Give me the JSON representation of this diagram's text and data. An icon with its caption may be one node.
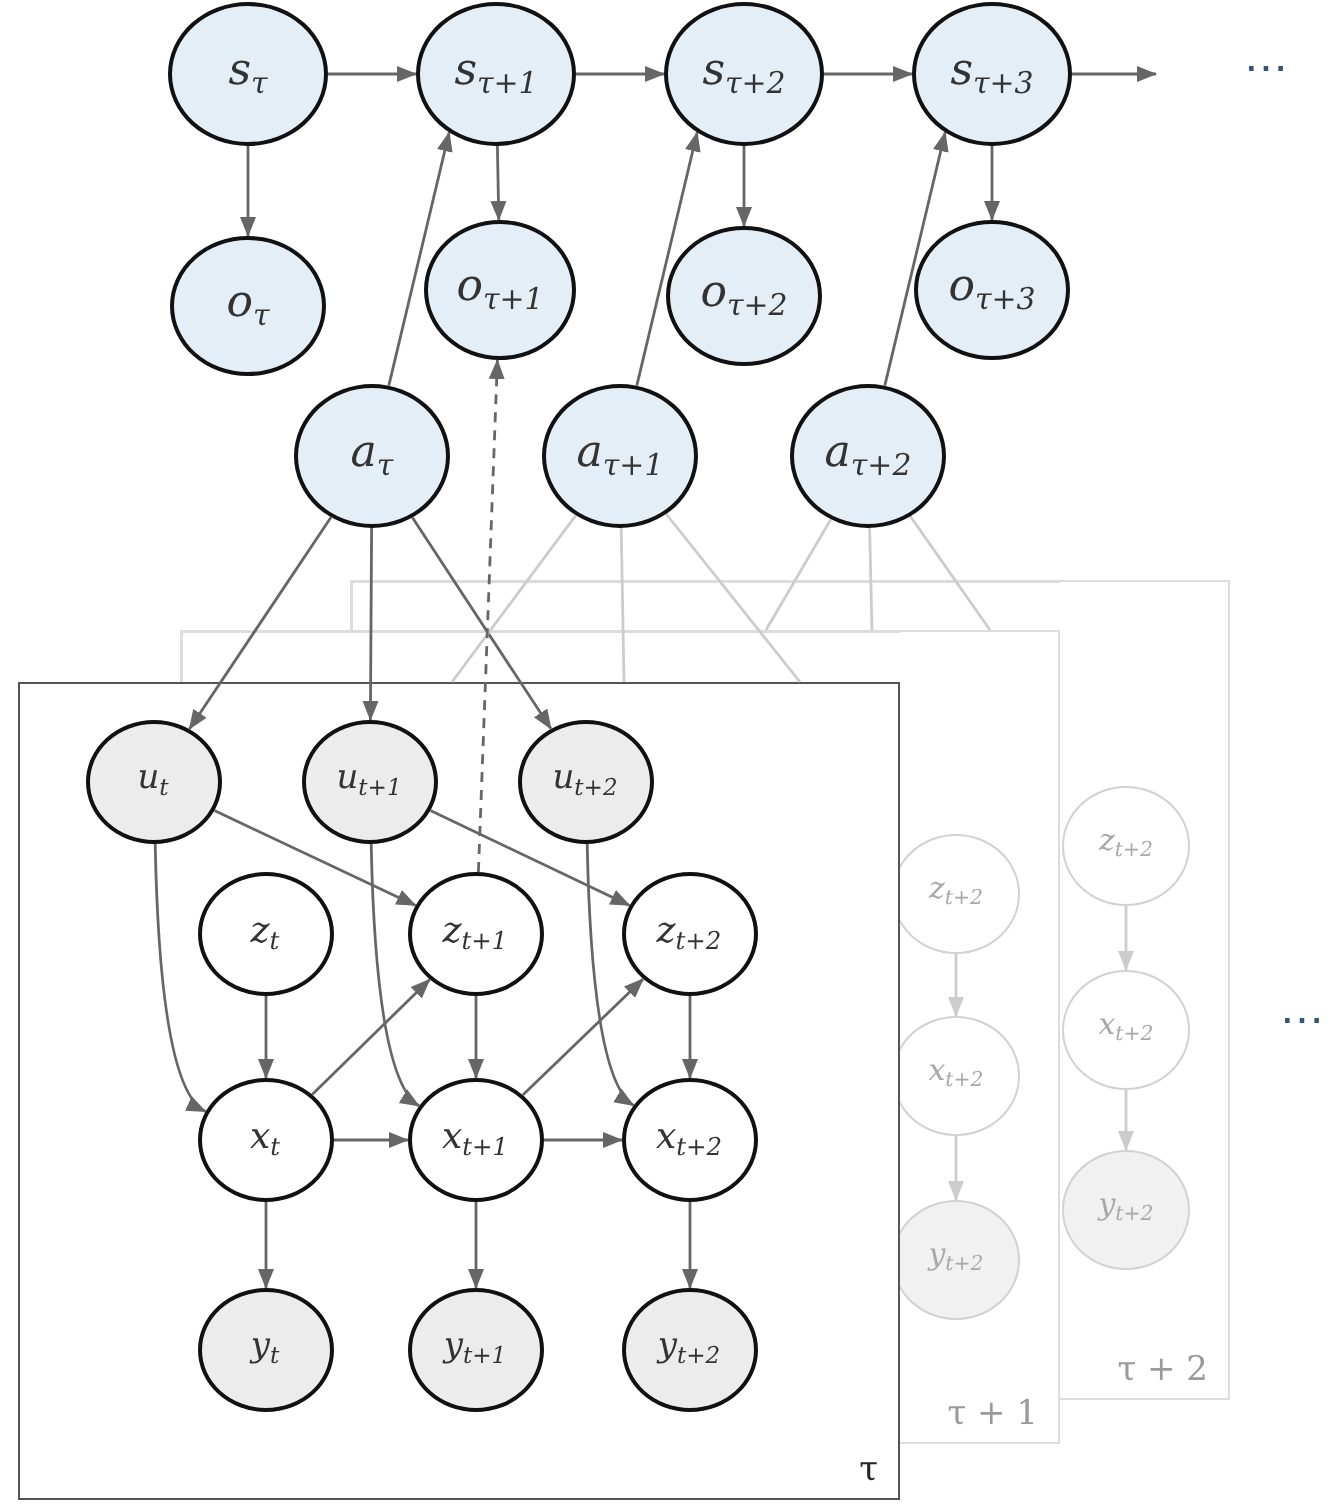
{
  "diagram": {
    "nodes": [
      {
        "text": [
          "s$_{τ}$"
        ]
      },
      {
        "text": [
          "s$_{τ+1}$"
        ]
      },
      {
        "text": [
          "s$_{τ+2}$"
        ]
      },
      {
        "text": [
          "s$_{τ+3}$"
        ]
      },
      {
        "text": [
          "o$_{τ}$"
        ]
      },
      {
        "text": [
          "o$_{τ+1}$"
        ]
      },
      {
        "text": [
          "o$_{τ+2}$"
        ]
      },
      {
        "text": [
          "o$_{τ+3}$"
        ]
      },
      {
        "text": [
          "a$_{τ}$"
        ]
      },
      {
        "text": [
          "a$_{τ+1}$"
        ]
      },
      {
        "text": [
          "a$_{τ+2}$"
        ]
      },
      {
        "text": [
          "τ"
        ]
      },
      {
        "text": [
          "u$_{t}$"
        ],
        "in": 11
      },
      {
        "text": [
          "u$_{t+1}$"
        ],
        "in": 11
      },
      {
        "text": [
          "u$_{t+2}$"
        ],
        "in": 11
      },
      {
        "text": [
          "z$_{t}$"
        ],
        "in": 11
      },
      {
        "text": [
          "z$_{t+1}$"
        ],
        "in": 11
      },
      {
        "text": [
          "z$_{t+2}$"
        ],
        "in": 11
      },
      {
        "text": [
          "x$_{t}$"
        ],
        "in": 11
      },
      {
        "text": [
          "x$_{t+1}$"
        ],
        "in": 11
      },
      {
        "text": [
          "x$_{t+2}$"
        ],
        "in": 11
      },
      {
        "text": [
          "y$_{t}$"
        ],
        "in": 11
      },
      {
        "text": [
          "y$_{t+1}$"
        ],
        "in": 11
      },
      {
        "text": [
          "y$_{t+2}$"
        ],
        "in": 11
      },
      {
        "text": [
          "τ + 1"
        ]
      },
      {
        "text": [
          "z$_{t+2}$"
        ],
        "in": 24
      },
      {
        "text": [
          "x$_{t+2}$"
        ],
        "in": 24
      },
      {
        "text": [
          "y$_{t+2}$"
        ],
        "in": 24
      },
      {
        "text": [
          "τ + 2"
        ]
      },
      {
        "text": [
          "z$_{t+2}$"
        ],
        "in": 28
      },
      {
        "text": [
          "x$_{t+2}$"
        ],
        "in": 28
      },
      {
        "text": [
          "y$_{t+2}$"
        ],
        "in": 28
      }
    ],
    "edges": [
      {
        "from": 0,
        "to": 1,
        "arrow": "to"
      },
      {
        "from": 1,
        "to": 2,
        "arrow": "to"
      },
      {
        "from": 2,
        "to": 3,
        "arrow": "to"
      },
      {
        "from": 3,
        "to": null,
        "arrow": "to"
      },
      {
        "from": 0,
        "to": 4,
        "arrow": "to"
      },
      {
        "from": 1,
        "to": 5,
        "arrow": "to"
      },
      {
        "from": 2,
        "to": 6,
        "arrow": "to"
      },
      {
        "from": 3,
        "to": 7,
        "arrow": "to"
      },
      {
        "from": 8,
        "to": 1,
        "arrow": "to"
      },
      {
        "from": 9,
        "to": 2,
        "arrow": "to"
      },
      {
        "from": 10,
        "to": 3,
        "arrow": "to"
      },
      {
        "from": 8,
        "to": 12,
        "arrow": "to"
      },
      {
        "from": 8,
        "to": 13,
        "arrow": "to"
      },
      {
        "from": 8,
        "to": 14,
        "arrow": "to"
      },
      {
        "from": 9,
        "to": 11,
        "arrow": "none",
        "color": "#cccccc"
      },
      {
        "from": 9,
        "to": 11,
        "arrow": "none",
        "color": "#cccccc"
      },
      {
        "from": 9,
        "to": 11,
        "arrow": "none",
        "color": "#cccccc"
      },
      {
        "from": 10,
        "to": null,
        "arrow": "none",
        "color": "#cccccc"
      },
      {
        "from": 10,
        "to": null,
        "arrow": "none",
        "color": "#cccccc"
      },
      {
        "from": 10,
        "to": 24,
        "arrow": "none",
        "color": "#cccccc"
      },
      {
        "from": 16,
        "to": 5,
        "arrow": "to",
        "style": "dashed"
      },
      {
        "from": 12,
        "to": 16,
        "arrow": "to"
      },
      {
        "from": 13,
        "to": 17,
        "arrow": "to"
      },
      {
        "from": 12,
        "to": 18,
        "arrow": "to"
      },
      {
        "from": 13,
        "to": 19,
        "arrow": "to"
      },
      {
        "from": 14,
        "to": 20,
        "arrow": "to"
      },
      {
        "from": 15,
        "to": 18,
        "arrow": "to"
      },
      {
        "from": 16,
        "to": 19,
        "arrow": "to"
      },
      {
        "from": 17,
        "to": 20,
        "arrow": "to"
      },
      {
        "from": 18,
        "to": 16,
        "arrow": "to"
      },
      {
        "from": 19,
        "to": 17,
        "arrow": "to"
      },
      {
        "from": 18,
        "to": 19,
        "arrow": "to"
      },
      {
        "from": 19,
        "to": 20,
        "arrow": "to"
      },
      {
        "from": 18,
        "to": 21,
        "arrow": "to"
      },
      {
        "from": 19,
        "to": 22,
        "arrow": "to"
      },
      {
        "from": 20,
        "to": 23,
        "arrow": "to"
      },
      {
        "from": 25,
        "to": 26,
        "arrow": "to",
        "color": "#cccccc"
      },
      {
        "from": 26,
        "to": 27,
        "arrow": "to",
        "color": "#cccccc"
      },
      {
        "from": 29,
        "to": 30,
        "arrow": "to",
        "color": "#cccccc"
      },
      {
        "from": 30,
        "to": 31,
        "arrow": "to",
        "color": "#cccccc"
      }
    ],
    "labels": [
      "⋯",
      "⋯"
    ]
  }
}
